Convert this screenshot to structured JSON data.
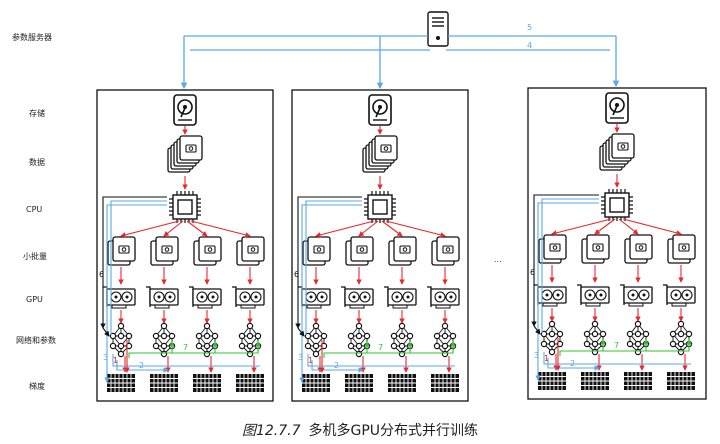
{
  "row_labels": {
    "param_server": "参数服务器",
    "storage": "存储",
    "data": "数据",
    "cpu": "CPU",
    "minibatch": "小批量",
    "gpu": "GPU",
    "network_params": "网络和参数",
    "gradient": "梯度"
  },
  "step_numbers": {
    "n1": "1",
    "n2": "2",
    "n3": "3",
    "n4": "4",
    "n5": "5",
    "n6": "6",
    "n7": "7"
  },
  "ellipsis": "...",
  "caption": {
    "figure_number": "图12.7.7",
    "title": "多机多GPU分布式并行训练"
  },
  "colors": {
    "red": "#e8282b",
    "blue": "#5aa9e6",
    "green": "#31c332",
    "black": "#111111"
  }
}
